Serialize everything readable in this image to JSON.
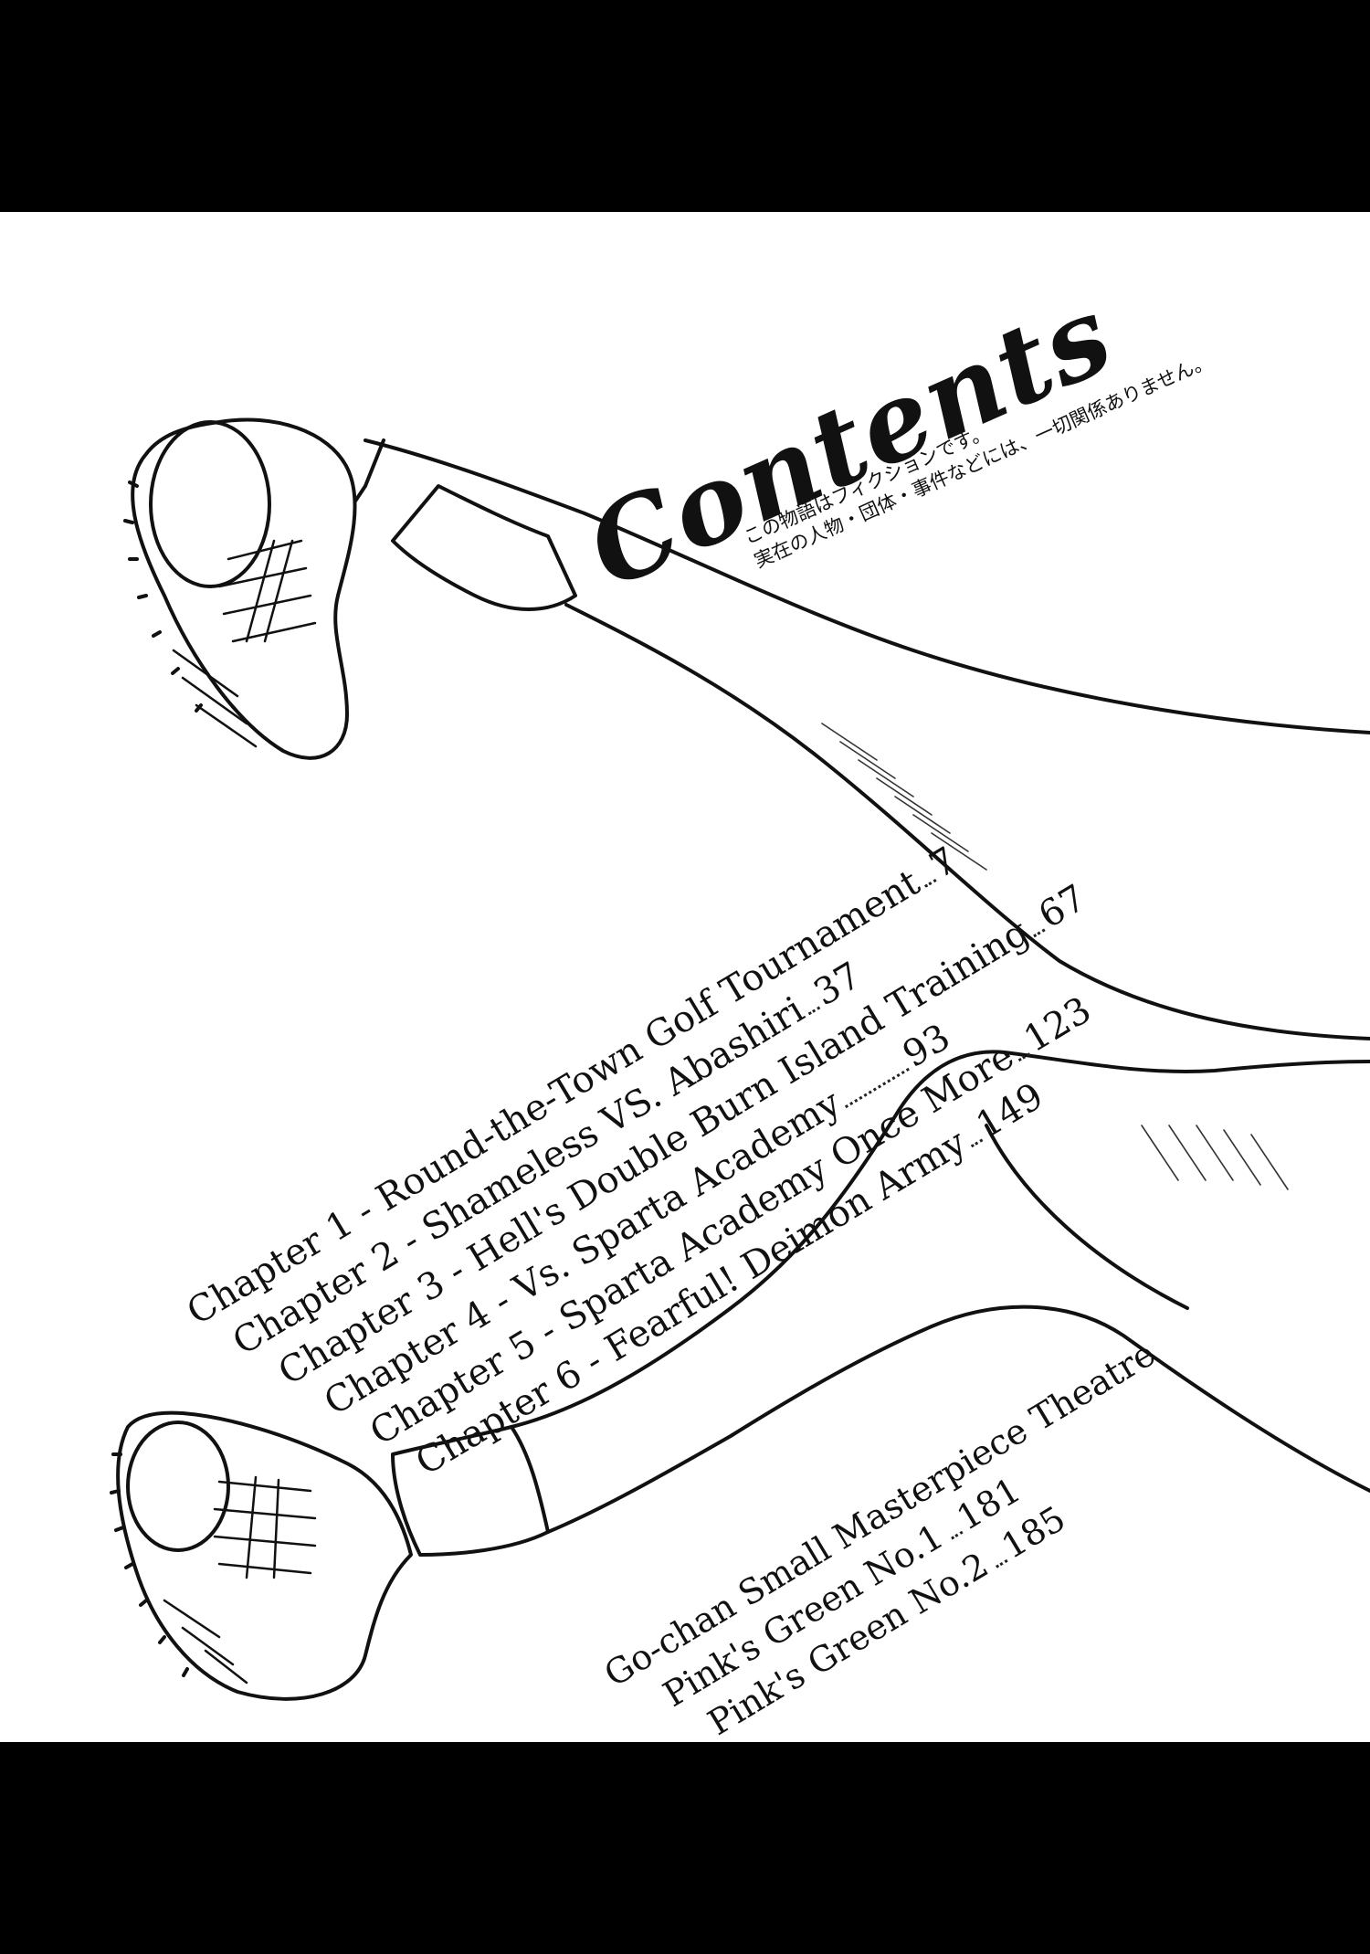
{
  "title": "Contents",
  "disclaimer": {
    "line1": "この物語はフィクションです。",
    "line2": "実在の人物・団体・事件などには、一切関係ありません。"
  },
  "chapters": [
    {
      "label": "Chapter 1 - Round-the-Town Golf Tournament",
      "page": "7"
    },
    {
      "label": "Chapter 2 - Shameless VS. Abashiri",
      "page": "37"
    },
    {
      "label": "Chapter 3 - Hell's Double Burn Island Training",
      "page": "67"
    },
    {
      "label": "Chapter 4 - Vs. Sparta Academy",
      "page": "93"
    },
    {
      "label": "Chapter 5 - Sparta Academy Once More",
      "page": "123"
    },
    {
      "label": "Chapter 6 - Fearful! Deimon Army",
      "page": "149"
    }
  ],
  "extras": {
    "heading": "Go-chan Small Masterpiece Theatre",
    "items": [
      {
        "label": "Pink's Green No.1",
        "page": "181"
      },
      {
        "label": "Pink's Green No.2",
        "page": "185"
      }
    ]
  }
}
